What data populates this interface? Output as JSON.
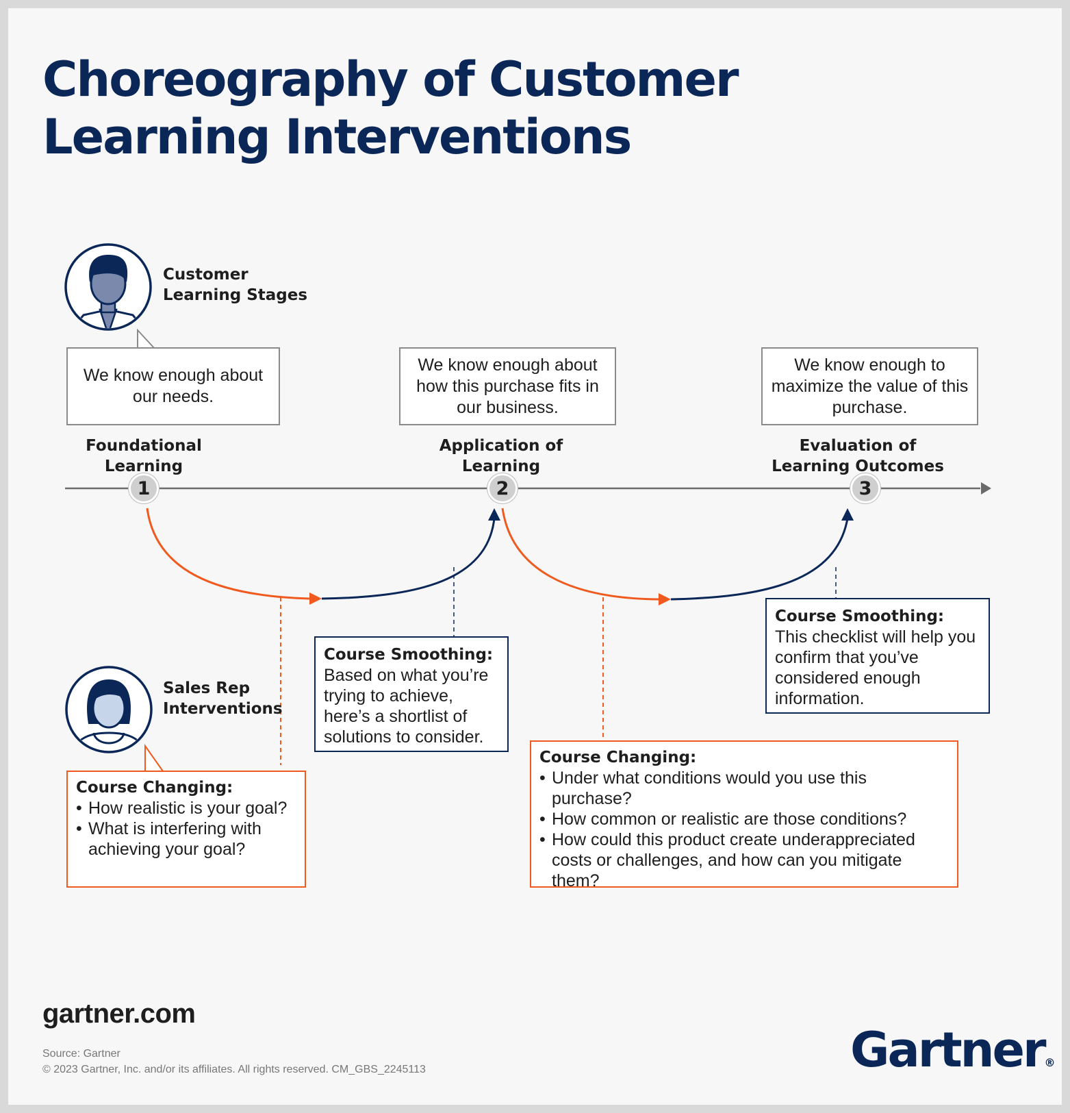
{
  "title": {
    "line1": "Choreography of Customer",
    "line2": "Learning Interventions"
  },
  "roles": {
    "customer": {
      "line1": "Customer",
      "line2": "Learning Stages",
      "icon": "customer-avatar-icon"
    },
    "sales_rep": {
      "line1": "Sales Rep",
      "line2": "Interventions",
      "icon": "sales-rep-avatar-icon"
    }
  },
  "stages": [
    {
      "number": "1",
      "label_line1": "Foundational",
      "label_line2": "Learning",
      "quote": "We know enough about our needs."
    },
    {
      "number": "2",
      "label_line1": "Application of",
      "label_line2": "Learning",
      "quote": "We know enough about how this purchase fits in our business."
    },
    {
      "number": "3",
      "label_line1": "Evaluation of",
      "label_line2": "Learning Outcomes",
      "quote": "We know enough to maximize the value of this purchase."
    }
  ],
  "interventions": {
    "changing_1": {
      "heading": "Course Changing:",
      "bullets": [
        "How realistic is your goal?",
        "What is interfering with achieving your goal?"
      ]
    },
    "smoothing_1": {
      "heading": "Course Smoothing:",
      "text": "Based on what you’re trying to achieve, here’s a shortlist of solutions to consider."
    },
    "changing_2": {
      "heading": "Course Changing:",
      "bullets": [
        "Under what conditions would you use this purchase?",
        "How common or realistic are those conditions?",
        "How could this product create underappreciated costs or challenges, and how can you mitigate them?"
      ]
    },
    "smoothing_2": {
      "heading": "Course Smoothing:",
      "text": "This checklist will help you confirm that you’ve considered enough information."
    }
  },
  "footer": {
    "website": "gartner.com",
    "source": "Source: Gartner",
    "copyright": "© 2023 Gartner, Inc. and/or its affiliates. All rights reserved. CM_GBS_2245113",
    "logo": "Gartner",
    "logo_mark": "®"
  },
  "colors": {
    "navy": "#0a2758",
    "orange": "#f05a1f",
    "gray": "#6b6b6b"
  }
}
